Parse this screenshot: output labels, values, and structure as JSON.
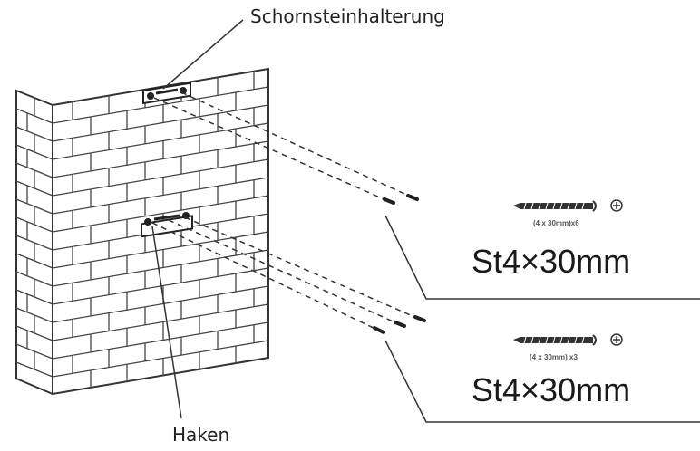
{
  "labels": {
    "chimney_bracket": "Schornsteinhalterung",
    "hook": "Haken"
  },
  "screws": [
    {
      "size": "St4×30mm",
      "qty": "(4 x 30mm)x6"
    },
    {
      "size": "St4×30mm",
      "qty": "(4 x 30mm) x3"
    }
  ],
  "colors": {
    "line": "#333333",
    "brick_fill": "#ffffff"
  }
}
